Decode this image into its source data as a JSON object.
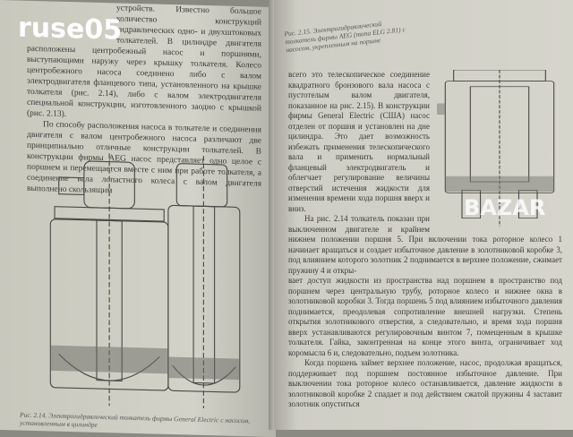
{
  "watermark": "ruse05",
  "site_logo": "BAZAR",
  "left_page": {
    "paragraphs": [
      "устройств. Известно большое количество конструкций гидравлических одно- и двухштоковых толкателей. В цилиндре двигателя расположены центробежный насос и поршнями, выступающими наружу через крышку толкателя. Колесо центробежного насоса соединено либо с валом электродвигателя фланцевого типа, установленного на крышке толкателя (рис. 2.14), либо с валом электродвигателя специальной конструкции, изготовленного заодно с крышкой (рис. 2.13).",
      "По способу расположения насоса в толкателе и соединения двигателя с валом центробежного насоса различают две принципиально отличные конструкции толкателей. В конструкции фирмы AEG насос представляет одно целое с поршнем и перемещается вместе с ним при работе толкателя, а соединение вала лопастного колеса с валом двигателя выполнено скользящим"
    ],
    "figure_caption": "Рис. 2.14. Электрогидравлический толкатель фирмы General Electric с насосом, установленным в цилиндре"
  },
  "right_page": {
    "figure_caption": "Рис. 2.15. Электрогидравлический толкатель фирмы AEG (типа ELG 2.81) с насосом, укрепленным на поршне",
    "column_paragraphs": [
      "всего это телескопическое соединение квадратного бронзового вала насоса с пустотелым валом двигателя, показанное на рис. 2.15). В конструкции фирмы General Electric (США) насос отделен от поршня и установлен на дне цилиндра. Это дает возможность избежать применения телескопического вала и применить нормальный фланцевый электродвигатель и облегчает регулирование величины отверстий истечения жидкости для изменения времени хода поршня вверх и вниз.",
      "На рис. 2.14 толкатель показан при выключенном двигателе и крайнем нижнем положении поршня 5. При включении тока роторное колесо 1 начинает вращаться и создает избыточное давление в золотниковой коробке 3, под влиянием которого золотник 2 поднимается в верхнее положение, сжимает пружину 4 и откры-"
    ],
    "full_paragraphs": [
      "вает доступ жидкости из пространства над поршнем в пространство под поршнем через центральную трубу, роторное колесо и нижнее окна в золотниковой коробки 3. Тогда поршень 5 под влиянием избыточного давления поднимается, преодолевая сопротивление внешней нагрузки. Степень открытия золотникового отверстия, а следовательно, и время хода поршня вверх устанавливаются регулировочным винтом 7, помещенным в крышке толкателя. Гайка, законтренная на конце этого винта, ограничивает ход коромысла 6 и, следовательно, подъем золотника.",
      "Когда поршень займет верхнее положение, насос, продолжая вращаться, поддерживает под поршнем постоянное избыточное давление. При выключении тока роторное колесо останавливается, давление жидкости в золотниковой коробке 2 спадает и под действием сжатой пружины 4 заставит золотник опуститься"
    ]
  }
}
